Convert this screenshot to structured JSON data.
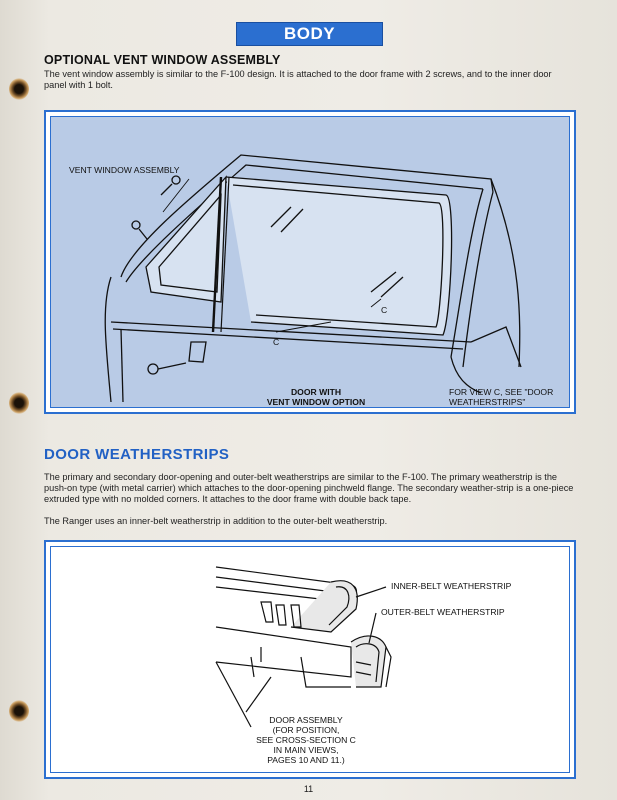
{
  "header": {
    "title": "BODY"
  },
  "section1": {
    "title": "OPTIONAL VENT WINDOW ASSEMBLY",
    "body": "The vent window assembly is similar to the F-100 design. It is attached to the door frame with 2 screws, and to the inner door panel with 1 bolt."
  },
  "figure1": {
    "label_vent": "VENT WINDOW ASSEMBLY",
    "label_c1": "C",
    "label_c2": "C",
    "caption_line1": "DOOR WITH",
    "caption_line2": "VENT WINDOW OPTION",
    "note_line1": "FOR VIEW C, SEE \"DOOR",
    "note_line2": "WEATHERSTRIPS\""
  },
  "section2": {
    "title": "DOOR WEATHERSTRIPS",
    "body1": "The primary and secondary door-opening and outer-belt weatherstrips are similar to the F-100. The primary weatherstrip is the push-on type (with metal carrier) which attaches to the door-opening pinchweld flange. The secondary weather-strip is a one-piece extruded type with no molded corners. It attaches to the door frame with double back tape.",
    "body2": "The Ranger uses an inner-belt weatherstrip in addition to the outer-belt weatherstrip."
  },
  "figure2": {
    "label_inner": "INNER-BELT WEATHERSTRIP",
    "label_outer": "OUTER-BELT WEATHERSTRIP",
    "caption_lines": [
      "DOOR ASSEMBLY",
      "(FOR POSITION,",
      "SEE CROSS-SECTION C",
      "IN MAIN VIEWS,",
      "PAGES 10 AND 11.)"
    ]
  },
  "footer": {
    "page_number": "11"
  },
  "colors": {
    "accent": "#2b6fd0",
    "figure_bg": "#b9cbe6"
  }
}
